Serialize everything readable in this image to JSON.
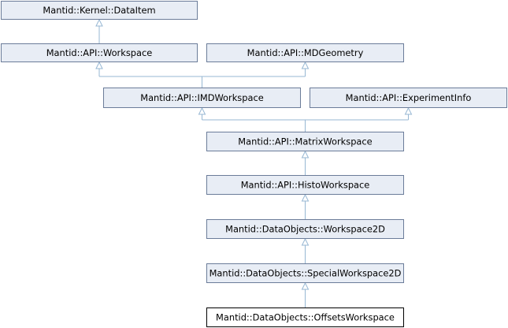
{
  "diagram": {
    "nodes": [
      {
        "id": "dataitem",
        "label": "Mantid::Kernel::DataItem"
      },
      {
        "id": "workspace",
        "label": "Mantid::API::Workspace"
      },
      {
        "id": "mdgeometry",
        "label": "Mantid::API::MDGeometry"
      },
      {
        "id": "imdworkspace",
        "label": "Mantid::API::IMDWorkspace"
      },
      {
        "id": "experimentinfo",
        "label": "Mantid::API::ExperimentInfo"
      },
      {
        "id": "matrixworkspace",
        "label": "Mantid::API::MatrixWorkspace"
      },
      {
        "id": "histoworkspace",
        "label": "Mantid::API::HistoWorkspace"
      },
      {
        "id": "workspace2d",
        "label": "Mantid::DataObjects::Workspace2D"
      },
      {
        "id": "specialworkspace2d",
        "label": "Mantid::DataObjects::SpecialWorkspace2D"
      },
      {
        "id": "offsetsworkspace",
        "label": "Mantid::DataObjects::OffsetsWorkspace"
      }
    ],
    "edges": [
      {
        "from": "workspace",
        "to": "dataitem"
      },
      {
        "from": "imdworkspace",
        "to": "workspace"
      },
      {
        "from": "imdworkspace",
        "to": "mdgeometry"
      },
      {
        "from": "matrixworkspace",
        "to": "imdworkspace"
      },
      {
        "from": "matrixworkspace",
        "to": "experimentinfo"
      },
      {
        "from": "histoworkspace",
        "to": "matrixworkspace"
      },
      {
        "from": "workspace2d",
        "to": "histoworkspace"
      },
      {
        "from": "specialworkspace2d",
        "to": "workspace2d"
      },
      {
        "from": "offsetsworkspace",
        "to": "specialworkspace2d"
      }
    ]
  }
}
